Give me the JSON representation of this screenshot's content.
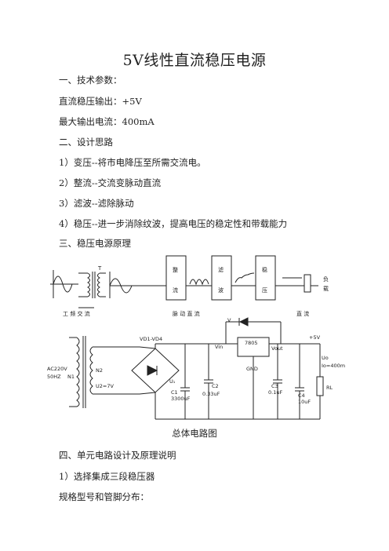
{
  "title": "5V线性直流稳压电源",
  "sections": {
    "s1": "一、技术参数：",
    "l1": "直流稳压输出：+5V",
    "l2": "最大输出电流：400mA",
    "s2": "二、设计思路",
    "d1": "1）变压--将市电降压至所需交流电。",
    "d2": "2）整流--交流变脉动直流",
    "d3": "3）滤波--滤除脉动",
    "d4": "4）稳压--进一步消除纹波，提高电压的稳定性和带载能力",
    "s3": "三、稳压电源原理",
    "s4": "四、单元电路设计及原理说明",
    "d5": "1）选择集成三段稳压器",
    "d6": "规格型号和管脚分布："
  },
  "block_diagram": {
    "transformer_label": "T",
    "block1": [
      "整",
      "流"
    ],
    "block2": [
      "滤",
      "波"
    ],
    "block3": [
      "稳",
      "压"
    ],
    "load": [
      "负",
      "载"
    ],
    "bottom_labels": [
      "工 频 交 流",
      "脉 动 直 流",
      "直 流"
    ]
  },
  "schematic": {
    "ac_input": [
      "AC220V",
      "50HZ"
    ],
    "n1": "N1",
    "n2": "N2",
    "u2": "U2=7V",
    "bridge": "VD1-VD4",
    "u1": "U₁",
    "c1": [
      "C1",
      "3300uF"
    ],
    "c2": [
      "C2",
      "0.33uF"
    ],
    "regulator": "7805",
    "vin": "Vin",
    "vout": "Vout",
    "gnd": "GND",
    "diode": "V",
    "plus5v": "+5V",
    "c3": [
      "C3",
      "0.1uF"
    ],
    "c4": [
      "C4",
      "10uF"
    ],
    "uo": "Uo",
    "io": "Io=400mA",
    "rl": "RL"
  },
  "caption": "总体电路图"
}
